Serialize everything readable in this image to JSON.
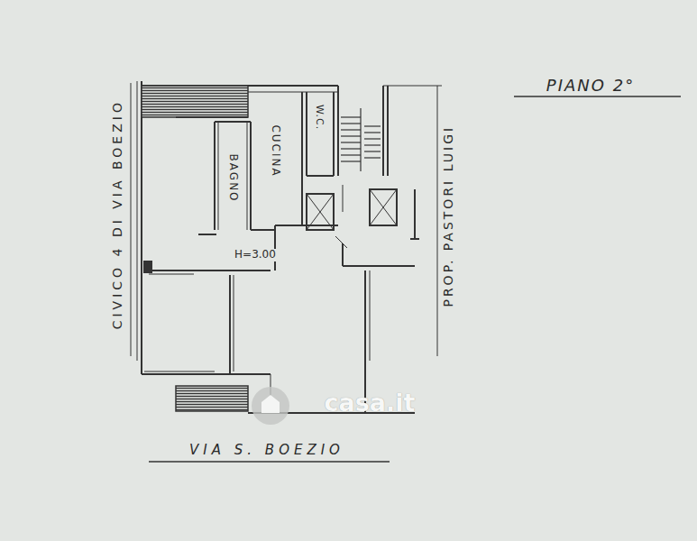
{
  "diagram": {
    "title": "PIANO 2°",
    "labels": [
      "CIVICO 4 DI VIA BOEZIO",
      "BAGNO",
      "CUCINA",
      "W.C.",
      "H=3.00",
      "PROP. PASTORI LUIGI",
      "VIA S. BOEZIO",
      "casa.it"
    ]
  }
}
